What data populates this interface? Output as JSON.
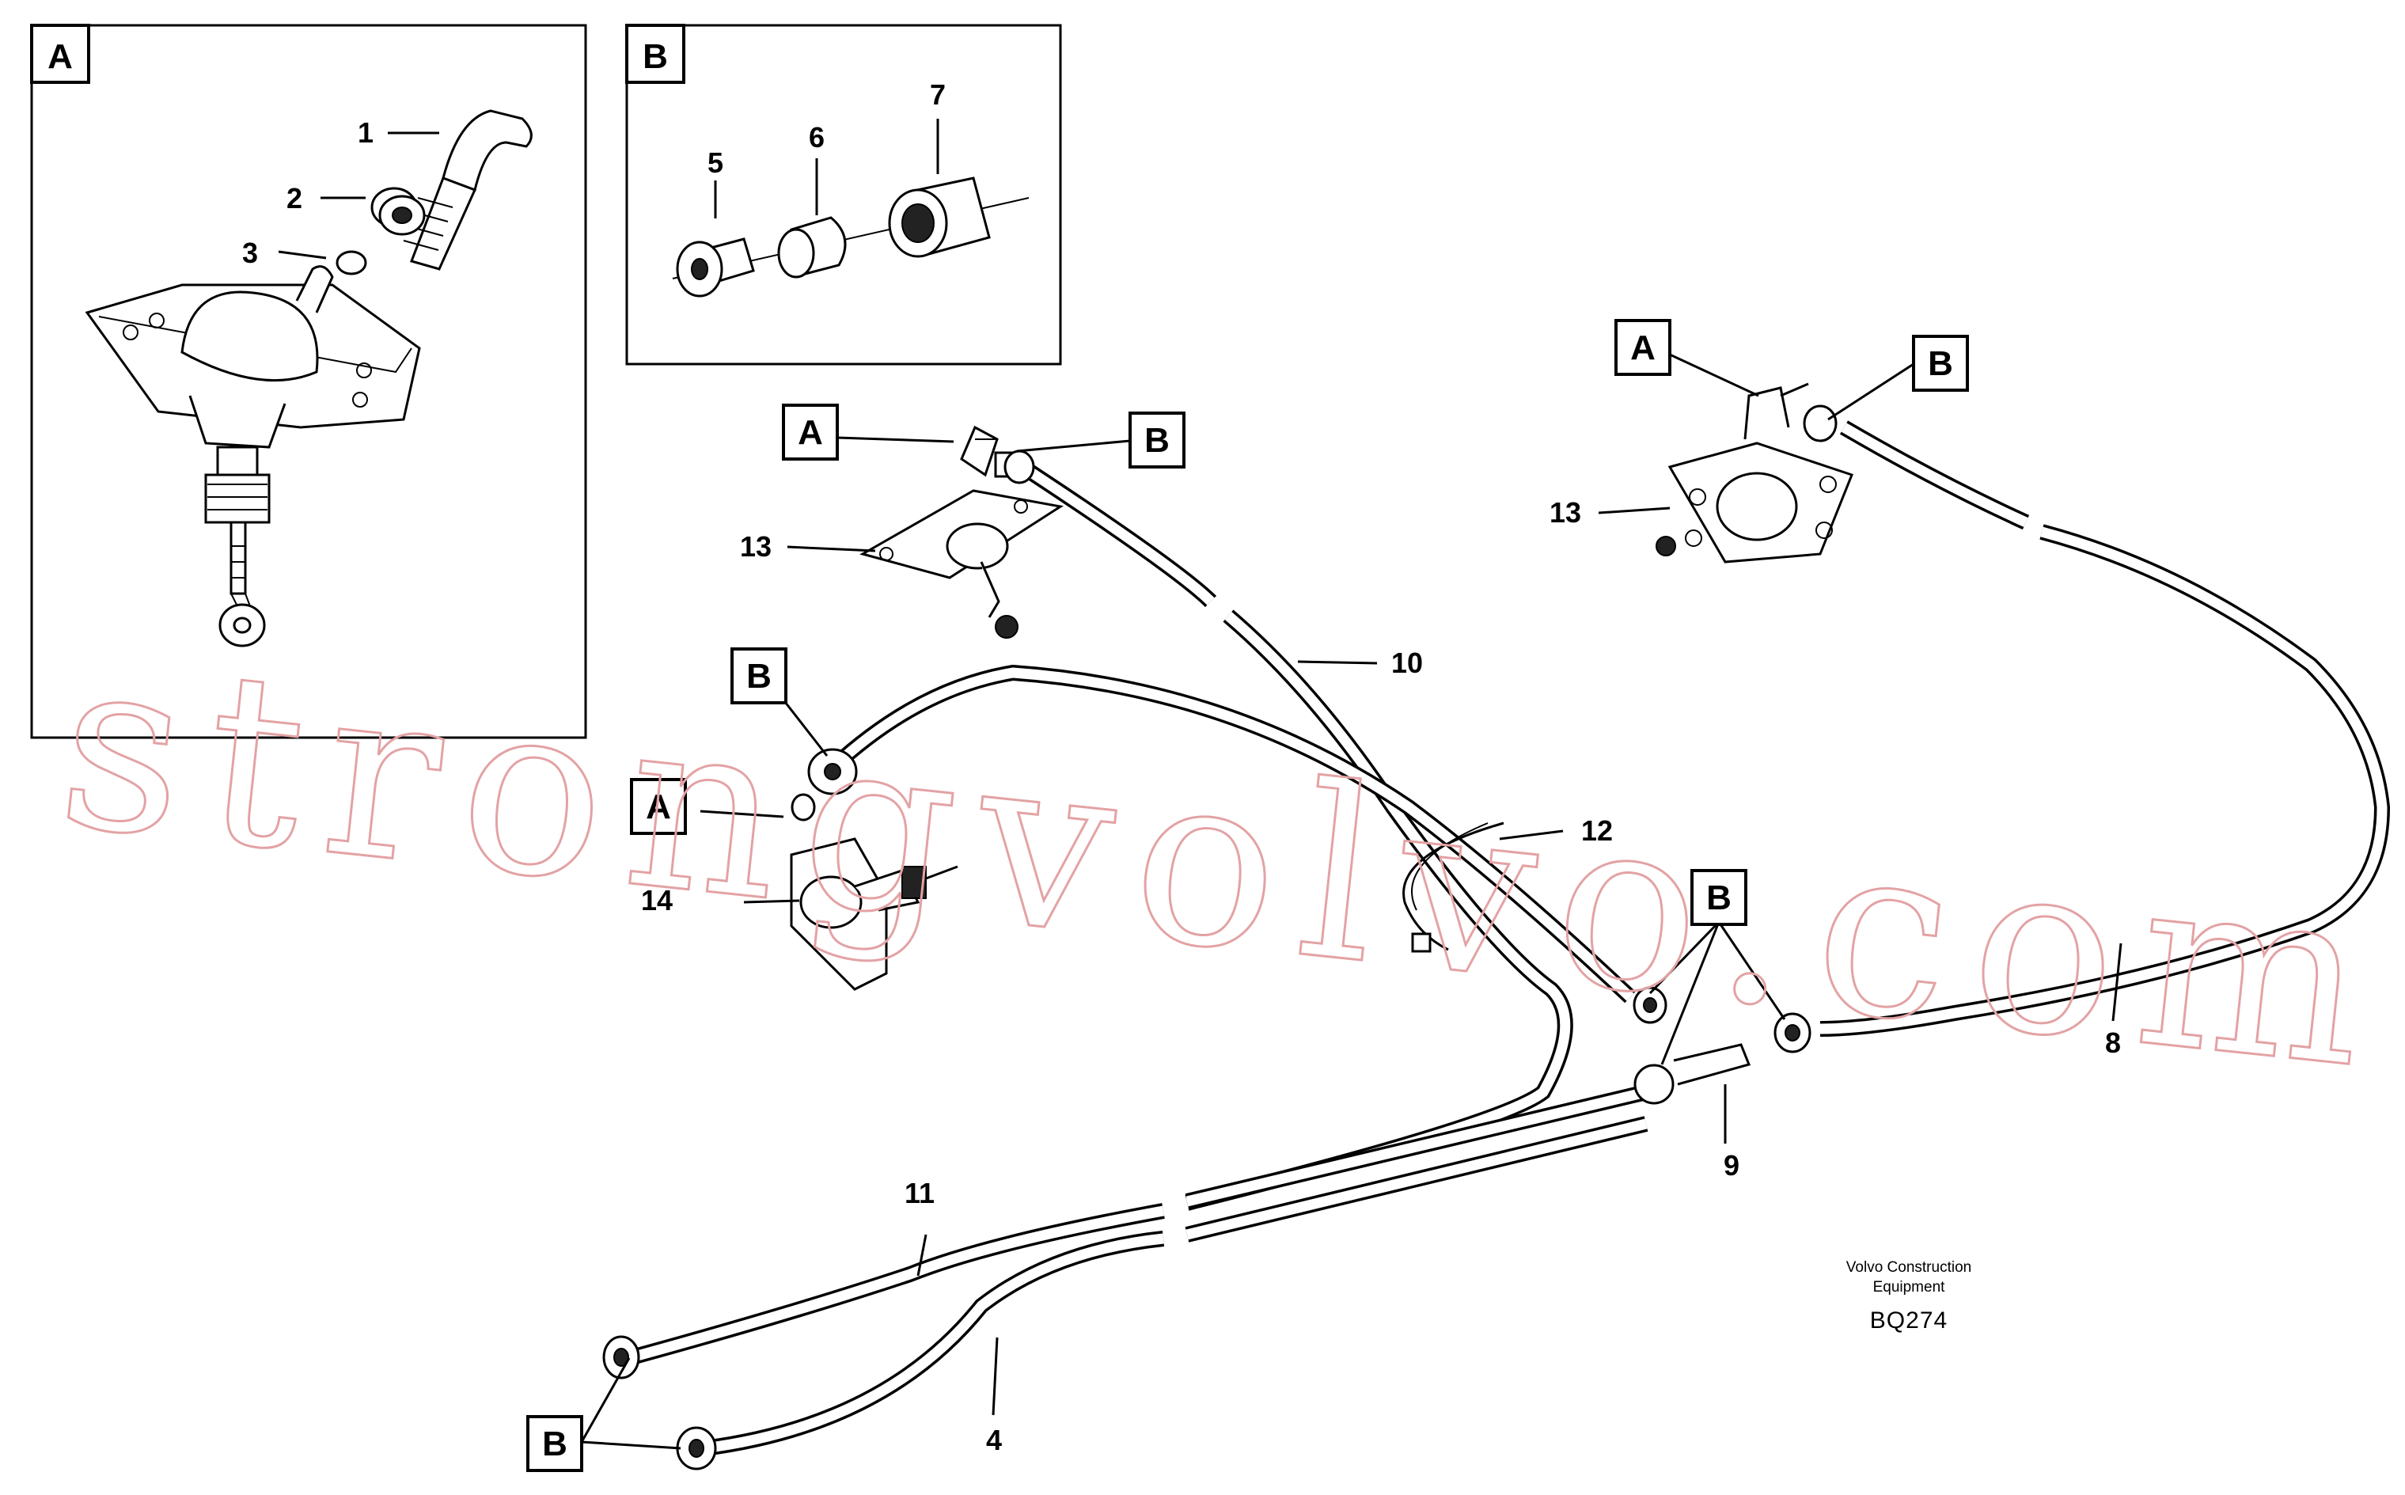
{
  "insets": {
    "a_letter": "A",
    "b_letter": "B"
  },
  "callouts": {
    "a_top_left": "A",
    "b_top_left": "B",
    "a_top_right": "A",
    "b_top_right": "B",
    "b_mid": "B",
    "a_mid": "A",
    "b_right": "B",
    "b_bottom": "B"
  },
  "part_numbers": [
    "1",
    "2",
    "3",
    "5",
    "6",
    "7",
    "13",
    "10",
    "13",
    "14",
    "12",
    "9",
    "8",
    "11",
    "4"
  ],
  "watermark": "strongvolvo.com",
  "credit": {
    "line1": "Volvo Construction",
    "line2": "Equipment",
    "code": "BQ274"
  }
}
